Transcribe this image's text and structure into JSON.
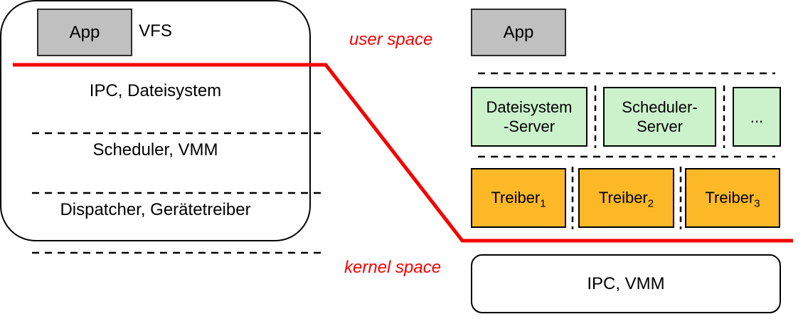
{
  "colors": {
    "red": "#f40000",
    "orange": "#fcb827",
    "green": "#ccf2cc",
    "gray": "#c0c0c0"
  },
  "boundary": {
    "user_space_label": "user space",
    "kernel_space_label": "kernel space"
  },
  "left": {
    "app_label": "App",
    "kernel_layers": [
      "VFS",
      "IPC, Dateisystem",
      "Scheduler, VMM",
      "Dispatcher, Gerätetreiber"
    ]
  },
  "right": {
    "app_label": "App",
    "servers": [
      {
        "line1": "Dateisystem",
        "line2": "-Server"
      },
      {
        "line1": "Scheduler-",
        "line2": "Server"
      },
      {
        "line1": "...",
        "line2": ""
      }
    ],
    "drivers": [
      {
        "base": "Treiber",
        "sub": "1"
      },
      {
        "base": "Treiber",
        "sub": "2"
      },
      {
        "base": "Treiber",
        "sub": "3"
      }
    ],
    "kernel_label": "IPC, VMM"
  }
}
